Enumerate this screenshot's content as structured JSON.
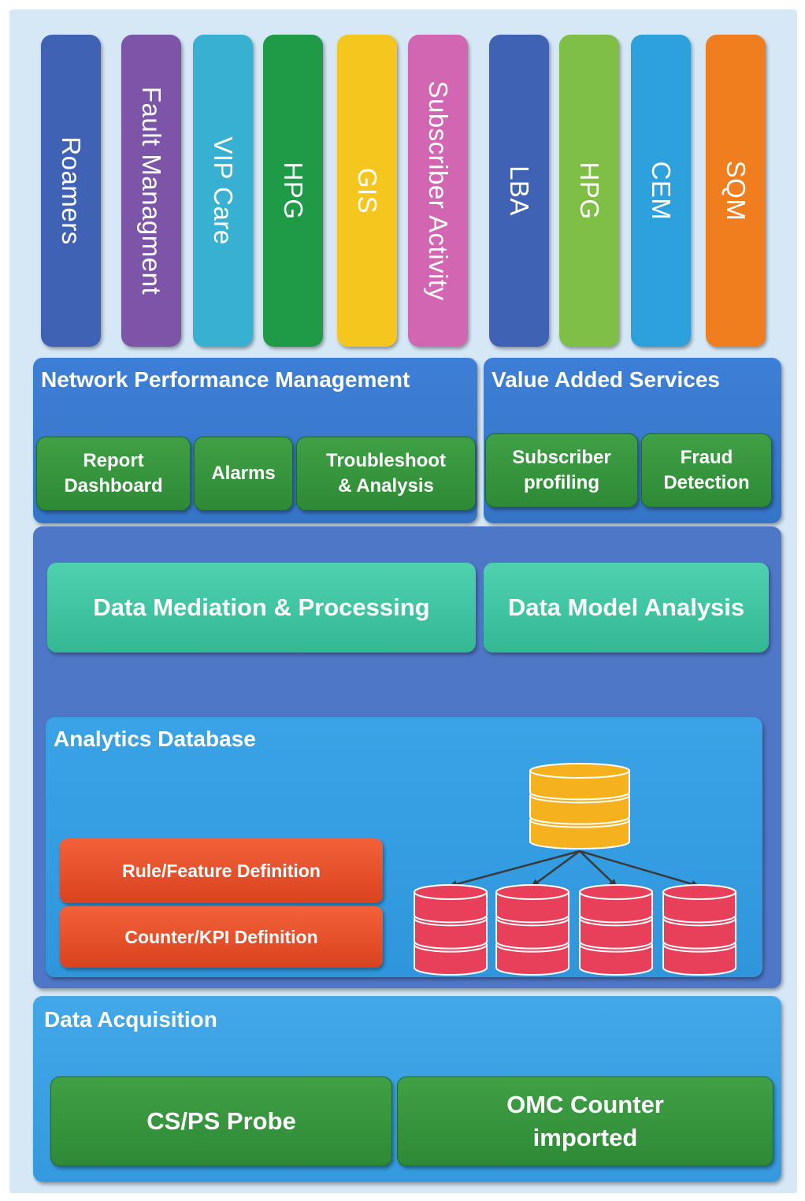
{
  "pillars": [
    {
      "label": "Roamers",
      "color": "#3f62b4"
    },
    {
      "label": "Fault Managment",
      "color": "#7d55a8"
    },
    {
      "label": "VIP Care",
      "color": "#38b0d2"
    },
    {
      "label": "HPG",
      "color": "#1f9a47"
    },
    {
      "label": "GIS",
      "color": "#f5c71e"
    },
    {
      "label": "Subscriber Activity",
      "color": "#d266b2"
    },
    {
      "label": "LBA",
      "color": "#3f62b4"
    },
    {
      "label": "HPG",
      "color": "#7fbf45"
    },
    {
      "label": "CEM",
      "color": "#2da1dc"
    },
    {
      "label": "SQM",
      "color": "#f07e1f"
    }
  ],
  "npm": {
    "title": "Network Performance Management",
    "items": [
      "Report\nDashboard",
      "Alarms",
      "Troubleshoot\n& Analysis"
    ]
  },
  "vas": {
    "title": "Value Added Services",
    "items": [
      "Subscriber\nprofiling",
      "Fraud\nDetection"
    ]
  },
  "processing": {
    "mediation": "Data Mediation & Processing",
    "model": "Data Model Analysis"
  },
  "analytics": {
    "title": "Analytics Database",
    "rule": "Rule/Feature Definition",
    "counter": "Counter/KPI Definition"
  },
  "acquisition": {
    "title": "Data Acquisition",
    "probe": "CS/PS Probe",
    "omc": "OMC Counter\nimported"
  },
  "colors": {
    "master_db": "#f6b21c",
    "node_db": "#e8405a"
  }
}
